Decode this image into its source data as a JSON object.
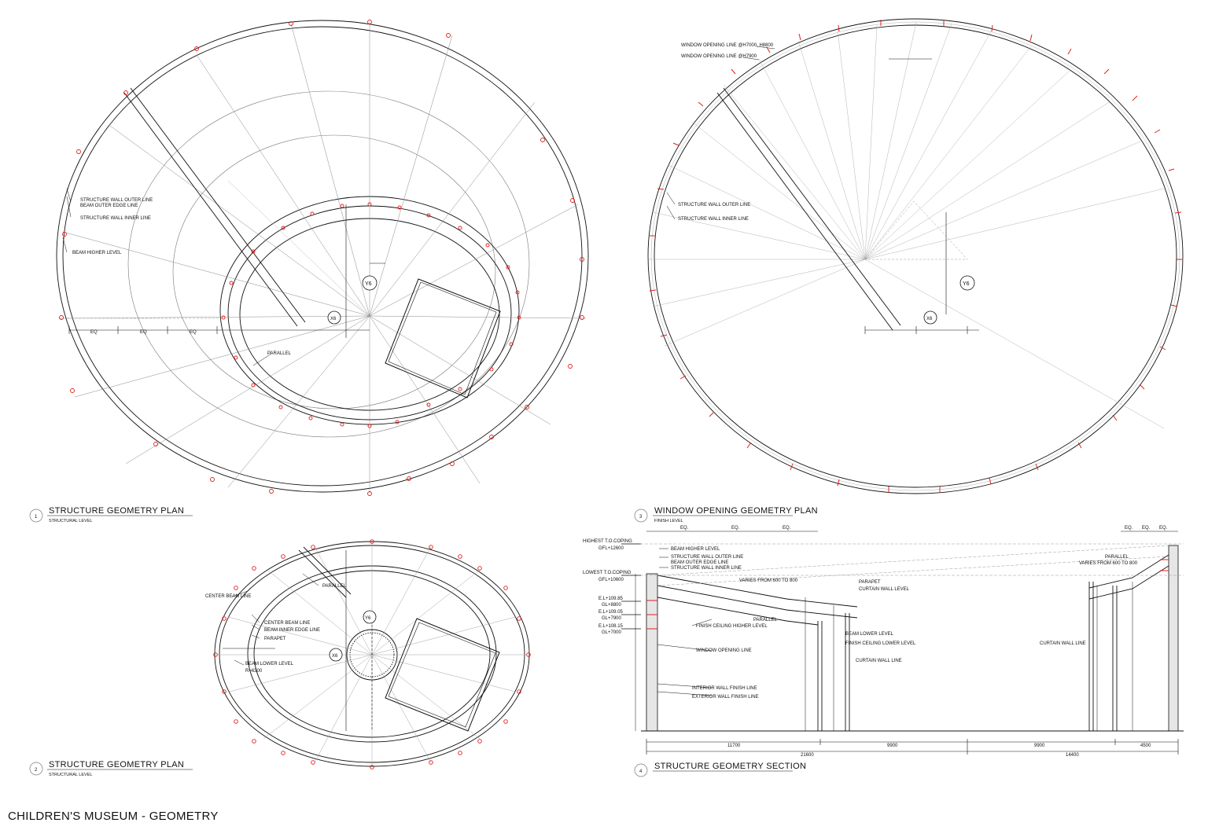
{
  "sheet_title": "CHILDREN'S MUSEUM - GEOMETRY",
  "drawings": [
    {
      "number": "1",
      "title": "STRUCTURE  GEOMETRY  PLAN",
      "subtitle": "STRUCTURAL LEVEL"
    },
    {
      "number": "2",
      "title": "STRUCTURE  GEOMETRY  PLAN",
      "subtitle": "STRUCTURAL LEVEL"
    },
    {
      "number": "3",
      "title": "WINDOW  OPENING  GEOMETRY  PLAN",
      "subtitle": "FINISH LEVEL"
    },
    {
      "number": "4",
      "title": "STRUCTURE  GEOMETRY  SECTION",
      "subtitle": ""
    }
  ],
  "plan1_labels": {
    "wall_outer": "STRUCTURE WALL OUTER LINE",
    "beam_outer": "BEAM OUTER EDGE LINE",
    "wall_inner": "STRUCTURE WALL INNER LINE",
    "beam_higher": "BEAM HIGHER LEVEL",
    "parallel": "PARALLEL",
    "eq1": "EQ",
    "eq2": "EQ",
    "eq3": "EQ",
    "grid_y": "Y6",
    "grid_x": "X6"
  },
  "plan2_labels": {
    "parallel": "PARALLEL",
    "center_beam": "CENTER BEAM LINE",
    "center_beam2": "CENTER BEAM LINE",
    "beam_inner": "BEAM INNER EDGE LINE",
    "parapet": "PARAPET",
    "beam_lower": "BEAM LOWER LEVEL",
    "radius": "R=6300",
    "grid_y": "Y6",
    "grid_x": "X6"
  },
  "plan3_labels": {
    "window_line_1": "WINDOW OPENING LINE @H7000, H8800",
    "window_line_2": "WINDOW OPENING LINE @H7900",
    "wall_outer": "STRUCTURE WALL OUTER LINE",
    "wall_inner": "STRUCTURE WALL INNER LINE",
    "grid_y": "Y6",
    "grid_x": "X6"
  },
  "section_labels": {
    "highest_coping": "HIGHEST T.O.COPING",
    "highest_gfl": "GFL+12600",
    "lowest_coping": "LOWEST T.O.COPING",
    "lowest_gfl": "GFL+10600",
    "el1": "E.L+109.85",
    "gl1": "GL+8800",
    "el2": "E.L+109.05",
    "gl2": "GL+7900",
    "el3": "E.L+108.15",
    "gl3": "GL+7000",
    "beam_higher": "BEAM HIGHER LEVEL",
    "wall_outer": "STRUCTURE WALL OUTER LINE",
    "beam_outer": "BEAM OUTER EDGE LINE",
    "wall_inner": "STRUCTURE WALL INNER LINE",
    "varies": "VARIES FROM 600 TO 800",
    "varies_right": "VARIES FROM 600 TO 800",
    "parapet": "PARAPET",
    "curtain_level": "CURTAIN WALL LEVEL",
    "parallel": "PARALLEL",
    "parallel_right": "PARALLEL",
    "finish_ceiling_higher": "FINISH CEILING HIGHER LEVEL",
    "beam_lower": "BEAM LOWER LEVEL",
    "finish_ceiling_lower": "FINISH CEILING LOWER LEVEL",
    "curtain_line": "CURTAIN WALL LINE",
    "curtain_line_right": "CURTAIN WALL LINE",
    "window_opening": "WINDOW OPENING LINE",
    "interior_finish": "INTERIOR WALL FINISH LINE",
    "exterior_finish": "EXTERIOR WALL FINISH LINE",
    "dim_11700": "11700",
    "dim_9900a": "9900",
    "dim_9900b": "9900",
    "dim_4500": "4500",
    "dim_21600": "21600",
    "dim_14400": "14400",
    "eq1": "EQ.",
    "eq2": "EQ.",
    "eq3": "EQ.",
    "eq4": "EQ.",
    "eq5": "EQ.",
    "eq6": "EQ."
  },
  "colors": {
    "line": "#111111",
    "light_line": "#8a8a8a",
    "marker": "#e02020",
    "window_tick": "#e02020"
  }
}
